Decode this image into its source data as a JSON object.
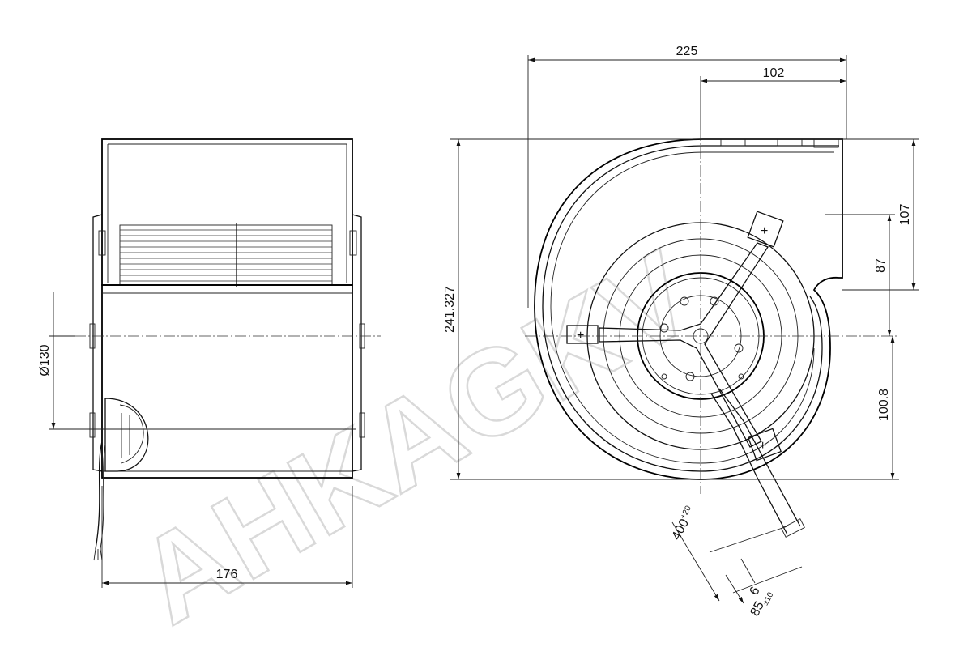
{
  "watermark": {
    "text": "AHKAGKV"
  },
  "side_view": {
    "diameter_label": "Ø130",
    "width_label": "176"
  },
  "front_view": {
    "width_total": "225",
    "width_partial": "102",
    "height_total": "241.327",
    "outlet_height": "107",
    "outlet_offset": "87",
    "axis_to_bottom": "100.8",
    "cable_length": "400",
    "cable_length_tol": "+20",
    "cable_strip": "6",
    "cable_end": "85",
    "cable_end_tol": "±10"
  }
}
